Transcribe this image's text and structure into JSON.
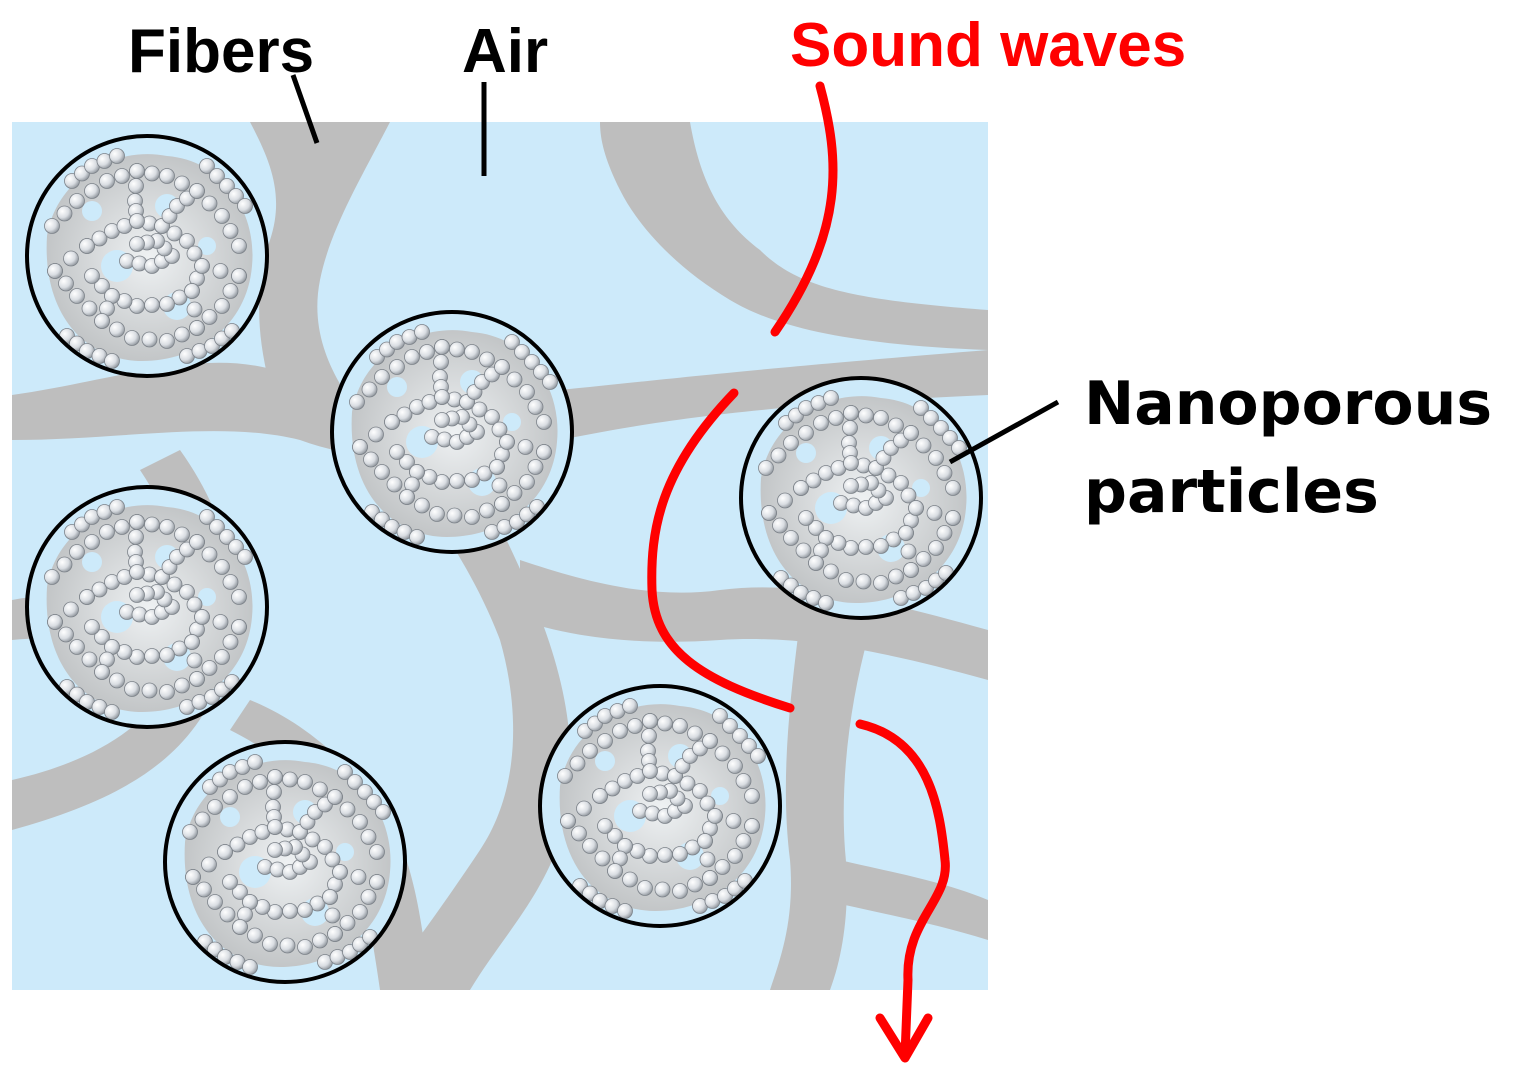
{
  "labels": {
    "fibers": "Fibers",
    "air": "Air",
    "sound_waves": "Sound waves",
    "nanoporous_line1": "Nanoporous",
    "nanoporous_line2": "particles"
  },
  "colors": {
    "air": "#cdeafa",
    "fiber": "#bebebe",
    "wave": "#ff0000",
    "label_dark": "#000000",
    "label_red": "#ff0000",
    "particle_outline": "#000000",
    "bead": "#dfe3e8"
  },
  "particles": {
    "count": 6,
    "structure": "nanoporous-bead-network"
  }
}
